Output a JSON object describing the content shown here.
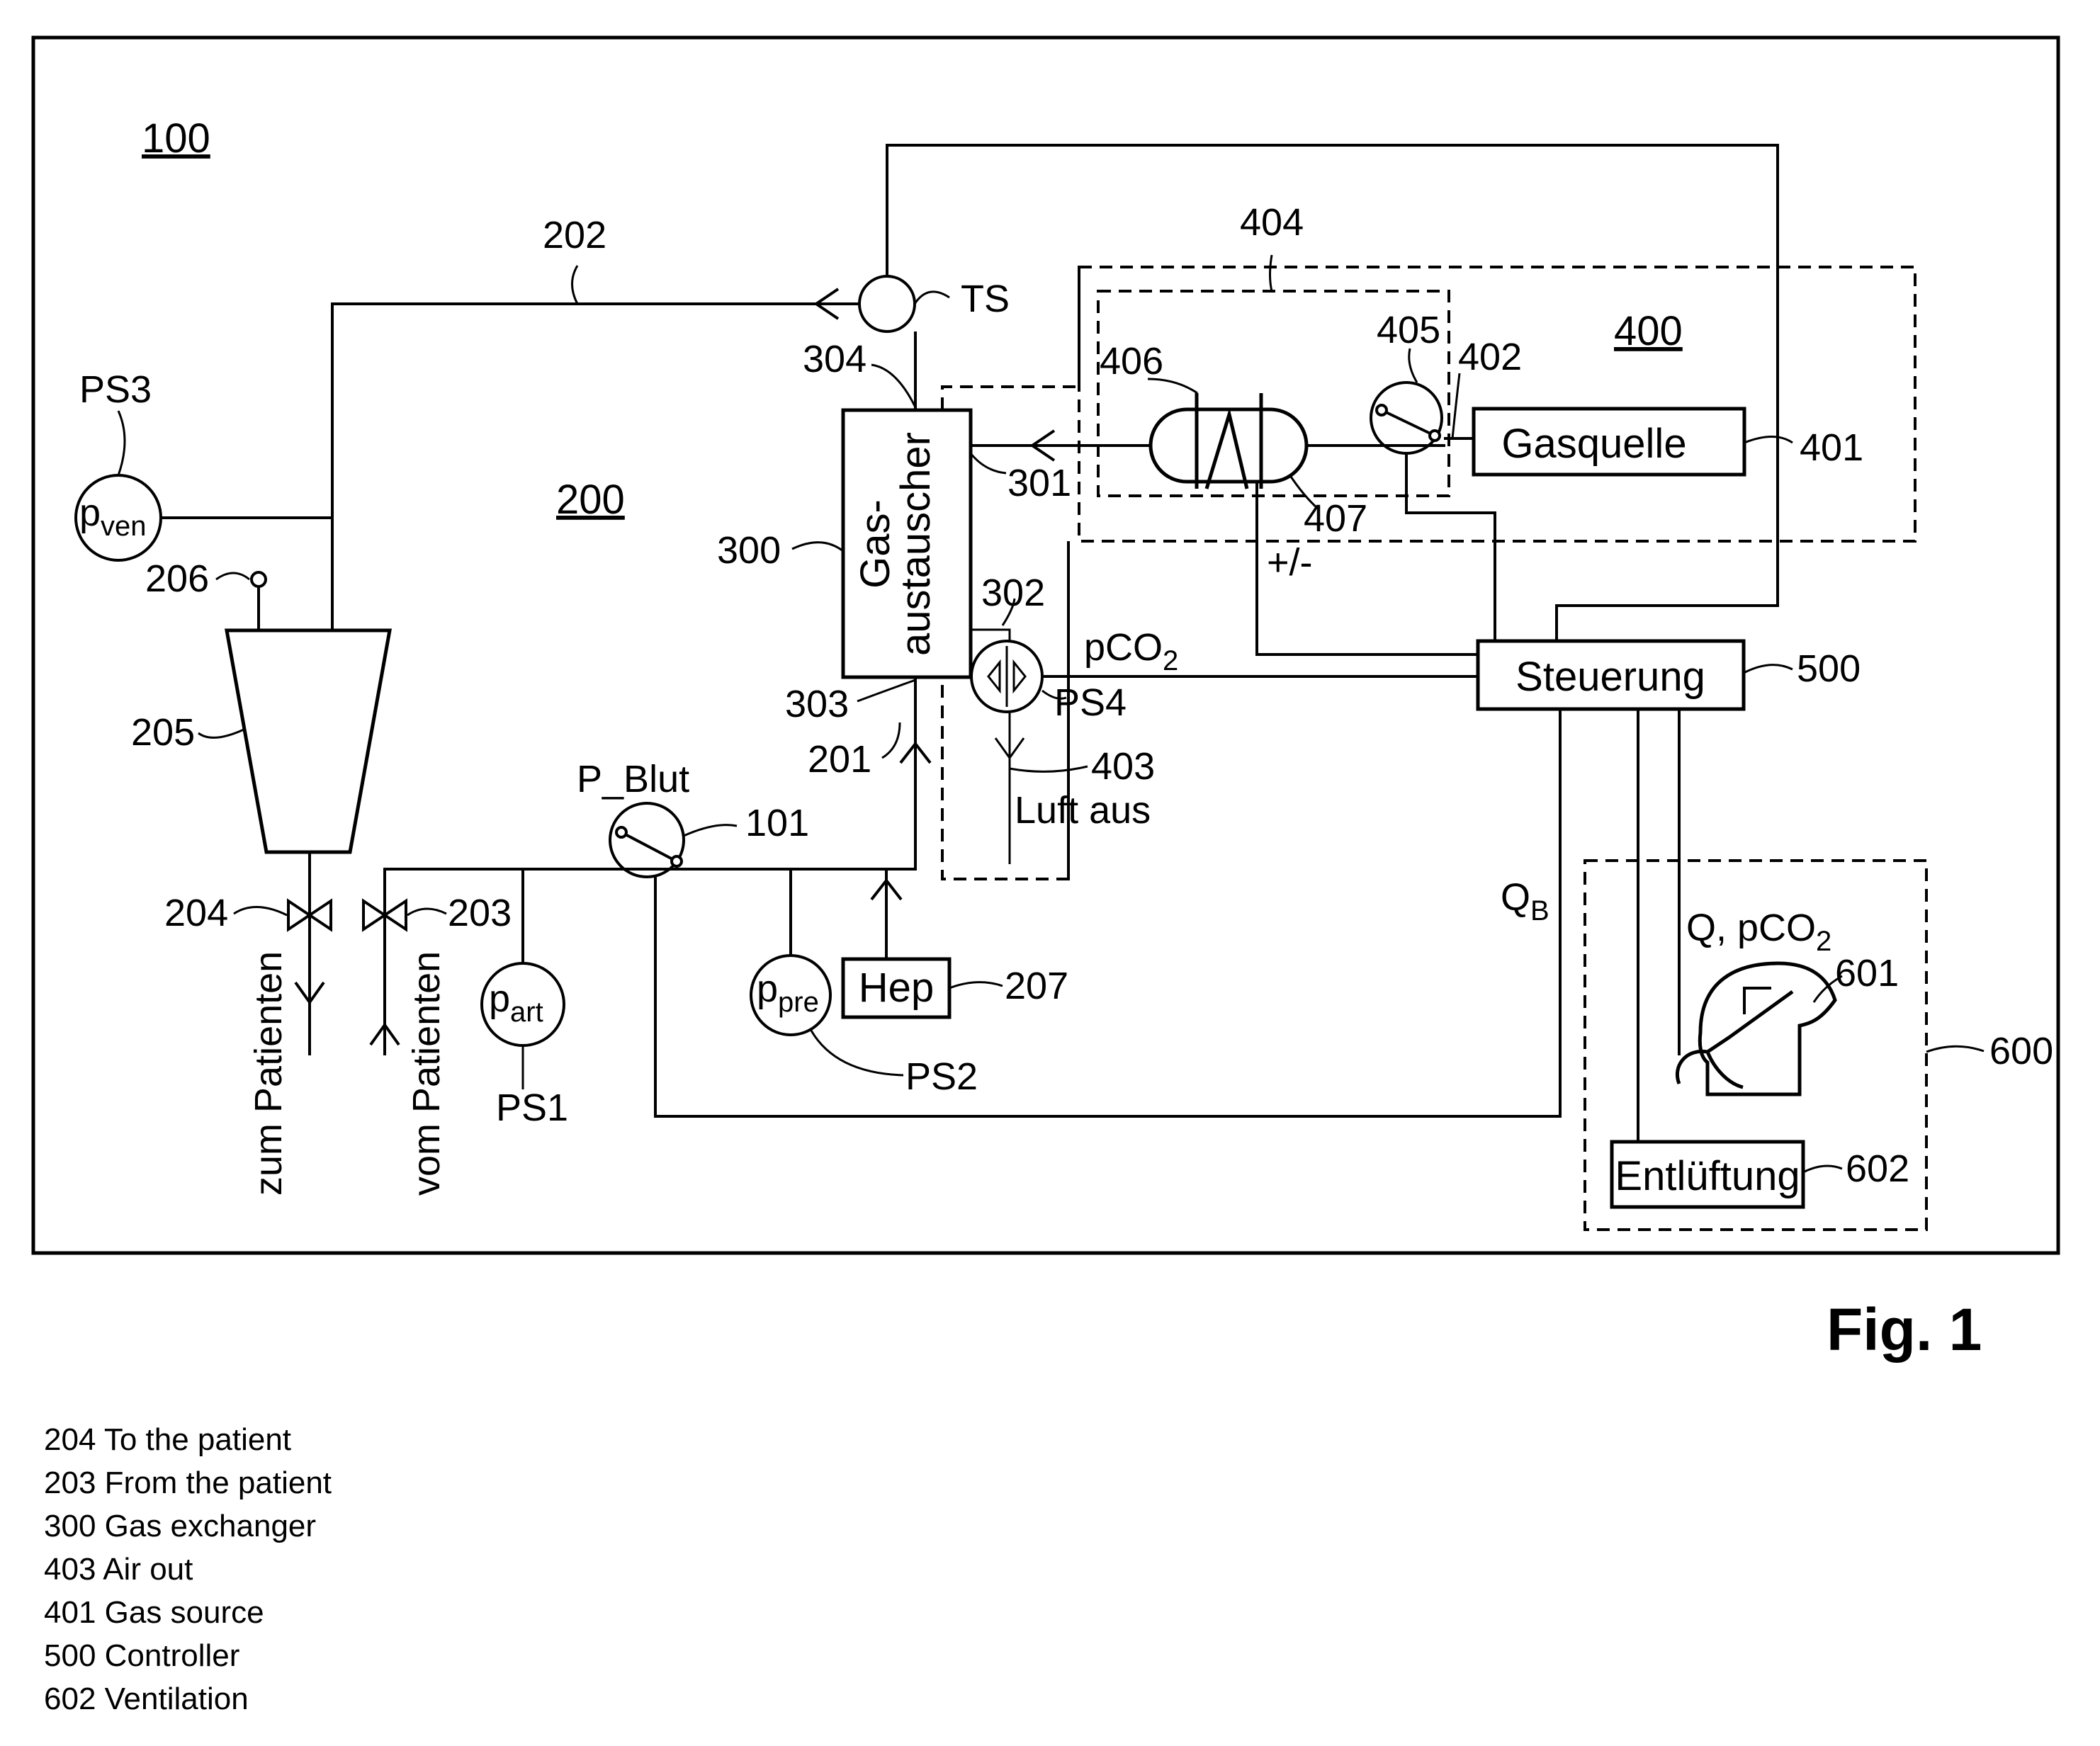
{
  "figure": {
    "system_ref": "100",
    "fig_label": "Fig. 1",
    "circuit_ref": "200",
    "gas_system_ref": "400",
    "dashed_ref_404": "404"
  },
  "components": {
    "gas_exchanger": {
      "ref": "300",
      "line1": "Gas-",
      "line2": "austauscher"
    },
    "gas_source": {
      "ref": "401",
      "text": "Gasquelle"
    },
    "controller": {
      "ref": "500",
      "text": "Steuerung"
    },
    "ventilation": {
      "ref": "602",
      "text": "Entlüftung"
    },
    "heparin": {
      "ref": "207",
      "text": "Hep"
    },
    "patient_unit": {
      "ref": "600"
    },
    "patient_head": {
      "ref": "601"
    },
    "reservoir": {
      "ref": "205"
    },
    "port": {
      "ref": "206"
    },
    "pump": {
      "ref": "101",
      "text": "P_Blut"
    },
    "valve_205": {
      "ref": "402"
    },
    "pump_405": {
      "ref": "405"
    },
    "heater": {
      "ref": "406",
      "ref2": "407",
      "sign": "+/-"
    }
  },
  "sensors": {
    "ps3": {
      "name": "PS3",
      "symbol": "p",
      "subscript": "ven"
    },
    "ps1": {
      "name": "PS1",
      "symbol": "p",
      "subscript": "art"
    },
    "ps2": {
      "name": "PS2",
      "symbol": "p",
      "subscript": "pre"
    },
    "ps4": {
      "name": "PS4",
      "label": "pCO",
      "subscript": "2"
    },
    "ts": {
      "name": "TS"
    }
  },
  "lines": {
    "l202": "202",
    "l201": "201",
    "l301": "301",
    "l302": "302",
    "l303": "303",
    "l304": "304",
    "l403": "403",
    "l403_text": "Luft aus",
    "l204": "204",
    "l203": "203",
    "qb": "Q",
    "qb_sub": "B",
    "q_pco2": "Q, pCO",
    "q_pco2_sub": "2",
    "to_patient": "zum Patienten",
    "from_patient": "vom Patienten"
  },
  "legend": [
    "204 To the patient",
    "203 From the patient",
    "300 Gas exchanger",
    "403 Air out",
    "401 Gas source",
    "500 Controller",
    "602 Ventilation"
  ]
}
